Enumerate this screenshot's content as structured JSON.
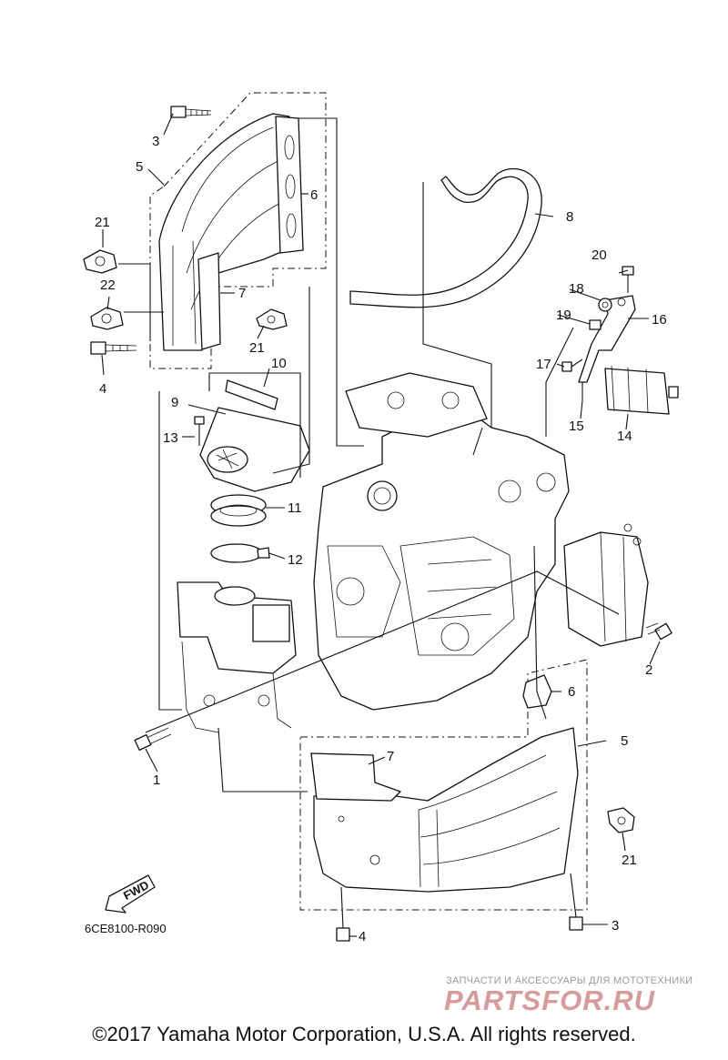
{
  "callouts": {
    "c1": "1",
    "c2": "2",
    "c3a": "3",
    "c3b": "3",
    "c4a": "4",
    "c4b": "4",
    "c5a": "5",
    "c5b": "5",
    "c6a": "6",
    "c6b": "6",
    "c7a": "7",
    "c7b": "7",
    "c8": "8",
    "c9": "9",
    "c10": "10",
    "c11": "11",
    "c12": "12",
    "c13": "13",
    "c14": "14",
    "c15": "15",
    "c16": "16",
    "c17": "17",
    "c18": "18",
    "c19": "19",
    "c20": "20",
    "c21a": "21",
    "c21b": "21",
    "c21c": "21",
    "c22": "22"
  },
  "fwd_label": "FWD",
  "diagram_code": "6CE8100-R090",
  "watermark": {
    "tagline": "ЗАПЧАСТИ И АКСЕССУАРЫ ДЛЯ МОТОТЕХНИКИ",
    "logo": "PARTSFOR.RU"
  },
  "copyright": "©2017 Yamaha Motor Corporation, U.S.A. All rights reserved."
}
